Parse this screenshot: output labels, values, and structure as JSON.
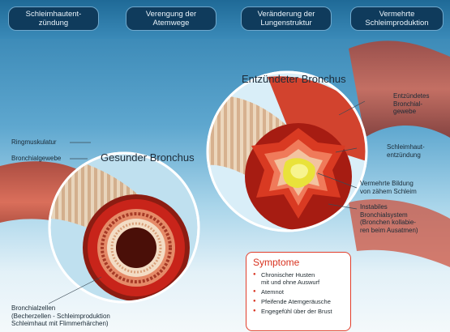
{
  "header": {
    "pills": [
      "Schleimhautent-\nzündung",
      "Verengung der\nAtemwege",
      "Veränderung der\nLungenstruktur",
      "Vermehrte\nSchleimproduktion"
    ]
  },
  "healthy": {
    "title": "Gesunder Bronchus",
    "labels": {
      "ringmuskulatur": "Ringmuskulatur",
      "bronchialgewebe": "Bronchialgewebe",
      "bronchialzellen": "Bronchialzellen\n(Becherzellen - Schleimproduktion\nSchleimhaut mit Flimmerhärchen)"
    }
  },
  "inflamed": {
    "title": "Entzündeter Bronchus",
    "labels": {
      "entzuendetes_gewebe": "Entzündetes\nBronchial-\ngewebe",
      "schleimhautentzuendung": "Schleimhaut-\nentzündung",
      "schleim": "Vermehrte Bildung\nvon zähem Schleim",
      "instabiles": "Instabiles\nBronchialsystem\n(Bronchen kollabie-\nren beim Ausatmen)"
    }
  },
  "symptoms": {
    "title": "Symptome",
    "items": [
      "Chronischer Husten\nmit und ohne Auswurf",
      "Atemnot",
      "Pfeifende Atemgeräusche",
      "Engegefühl über der Brust"
    ]
  },
  "colors": {
    "pill_bg": "#0f3b5c",
    "tissue_red": "#c8241a",
    "mucus_yellow": "#e9e23a",
    "accent_red": "#d8321f"
  }
}
